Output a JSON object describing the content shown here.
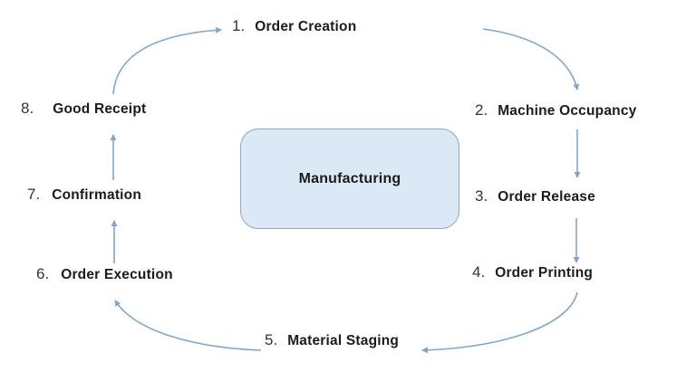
{
  "diagram": {
    "center": {
      "label": "Manufacturing"
    },
    "steps": [
      {
        "num": "1.",
        "label": "Order Creation"
      },
      {
        "num": "2.",
        "label": "Machine Occupancy"
      },
      {
        "num": "3.",
        "label": "Order Release"
      },
      {
        "num": "4.",
        "label": "Order Printing"
      },
      {
        "num": "5.",
        "label": "Material Staging"
      },
      {
        "num": "6.",
        "label": "Order Execution"
      },
      {
        "num": "7.",
        "label": "Confirmation"
      },
      {
        "num": "8.",
        "label": "Good Receipt"
      }
    ],
    "colors": {
      "arrow": "#7da7d2",
      "box_fill": "#dbe9f6",
      "box_border": "#8ca6c4",
      "text": "#1b1b1b",
      "number_text": "#333333"
    }
  }
}
